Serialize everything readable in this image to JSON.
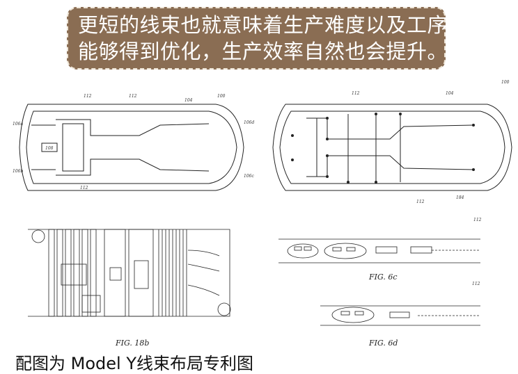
{
  "banner": {
    "line1": "更短的线束也就意味着生产难度以及工序都",
    "line2": "能够得到优化，生产效率自然也会提升。"
  },
  "figures": {
    "fig18b": "FIG. 18b",
    "fig6c": "FIG. 6c",
    "fig6d": "FIG. 6d",
    "ref_top_left": "100",
    "ref_top_right": "100",
    "ref_6c": "112",
    "ref_6d": "112"
  },
  "caption": "配图为 Model Y线束布局专利图"
}
